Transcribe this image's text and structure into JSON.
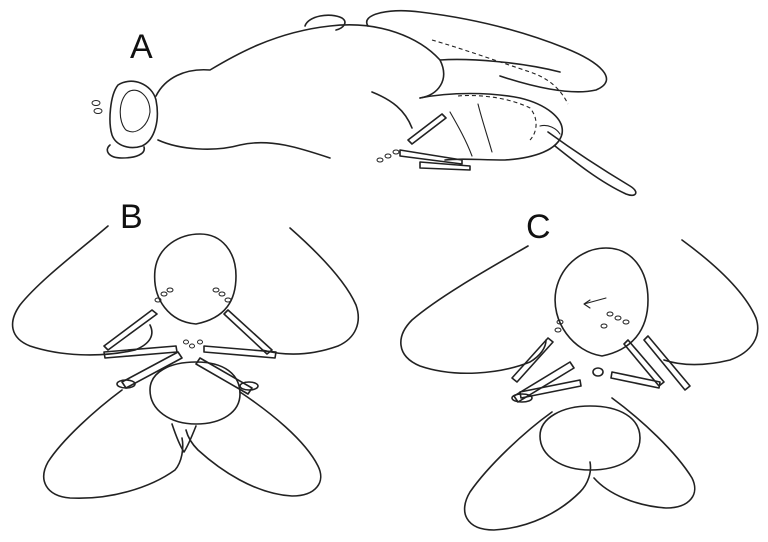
{
  "figure": {
    "panels": [
      {
        "id": "a",
        "label": "A"
      },
      {
        "id": "b",
        "label": "B"
      },
      {
        "id": "c",
        "label": "C"
      }
    ],
    "colors": {
      "line": "#222222",
      "background": "#ffffff"
    }
  }
}
